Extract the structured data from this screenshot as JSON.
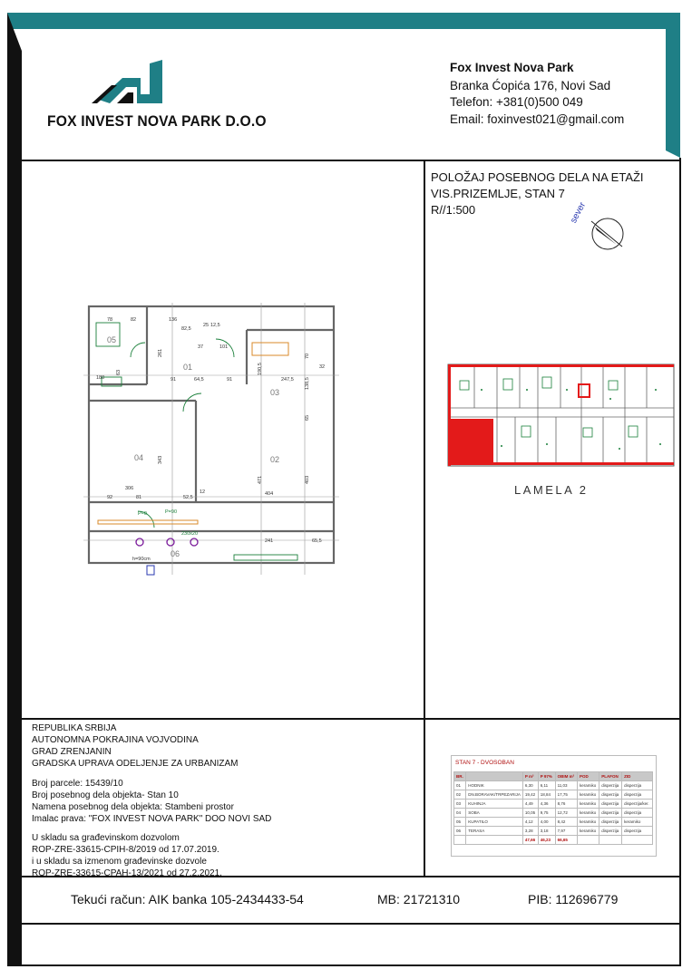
{
  "company": {
    "logo_text": "FOX INVEST NOVA PARK D.O.O",
    "name": "Fox Invest Nova Park",
    "address": "Branka Ćopića 176, Novi Sad",
    "phone": "Telefon: +381(0)500 049",
    "email": "Email: foxinvest021@gmail.com"
  },
  "plan_title": {
    "line1": "POLOŽAJ POSEBNOG DELA NA ETAŽI",
    "line2": "VIS.PRIZEMLJE, STAN 7",
    "line3": "R//1:500"
  },
  "compass_label": "sever",
  "lamela_label": "LAMELA 2",
  "floor_plan": {
    "rooms": [
      "01",
      "02",
      "03",
      "04",
      "05",
      "06"
    ],
    "dims": [
      "78",
      "82",
      "136",
      "82,5",
      "25",
      "12,5",
      "37",
      "101",
      "180",
      "91",
      "64,5",
      "91",
      "247,5",
      "32",
      "306",
      "92",
      "81",
      "52,5",
      "12",
      "404",
      "241",
      "65,5",
      "403",
      "471",
      "343",
      "261",
      "190,5",
      "138,5",
      "70",
      "65",
      "63"
    ],
    "labels": [
      "P=0",
      "P=90",
      "230x20",
      "h=90cm"
    ]
  },
  "info": {
    "lines": [
      "REPUBLIKA SRBIJA",
      "AUTONOMNA POKRAJINA VOJVODINA",
      "GRAD ZRENJANIN",
      "GRADSKA UPRAVA ODELJENJE ZA URBANIZAM"
    ],
    "parcel": "Broj parcele: 15439/10",
    "unit_no": "Broj posebnog dela objekta- Stan 10",
    "purpose": "Namena posebnog dela objekta: Stambeni prostor",
    "owner": "Imalac prava: \"FOX INVEST NOVA PARK\" DOO NOVI SAD",
    "permit": [
      "U skladu sa građevinskom dozvolom",
      "ROP-ZRE-33615-CPIH-8/2019 od 17.07.2019.",
      "i u skladu sa izmenom građevinske dozvole",
      "ROP-ZRE-33615-CPAH-13/2021 od 27.2.2021."
    ]
  },
  "area_table": {
    "title": "STAN 7 - DVOSOBAN",
    "headers": [
      "BR.",
      "",
      "P m²",
      "P 97%",
      "OBIM m²",
      "POD",
      "PLAFON",
      "ZID"
    ],
    "rows": [
      [
        "01",
        "HODNIK",
        "6,30",
        "6,11",
        "11,03",
        "keramiko",
        "disperzija",
        "disperzija"
      ],
      [
        "02",
        "DN.BORAVAK/TRPEZARIJA",
        "19,42",
        "18,84",
        "17,75",
        "keramiko",
        "disperzija",
        "disperzija"
      ],
      [
        "03",
        "KUHINJA",
        "4,49",
        "4,36",
        "8,76",
        "keramiko",
        "disperzija",
        "disperzija/ker."
      ],
      [
        "04",
        "SOBA",
        "10,05",
        "9,75",
        "12,72",
        "keramiko",
        "disperzija",
        "disperzija"
      ],
      [
        "05",
        "KUPATILO",
        "4,12",
        "4,00",
        "8,42",
        "keramiko",
        "disperzija",
        "keramiko"
      ],
      [
        "06",
        "TERASA",
        "3,28",
        "3,18",
        "7,97",
        "keramiko",
        "disperzija",
        "disperzija"
      ]
    ],
    "totals": [
      "",
      "",
      "47,66",
      "46,23",
      "66,65",
      "",
      "",
      ""
    ]
  },
  "footer": {
    "bank": "Tekući račun: AIK banka 105-2434433-54",
    "mb": "MB: 21721310",
    "pib": "PIB: 112696779"
  },
  "colors": {
    "teal": "#1f7f86",
    "dark_frame": "#111111",
    "highlight_red": "#e31a1a"
  }
}
